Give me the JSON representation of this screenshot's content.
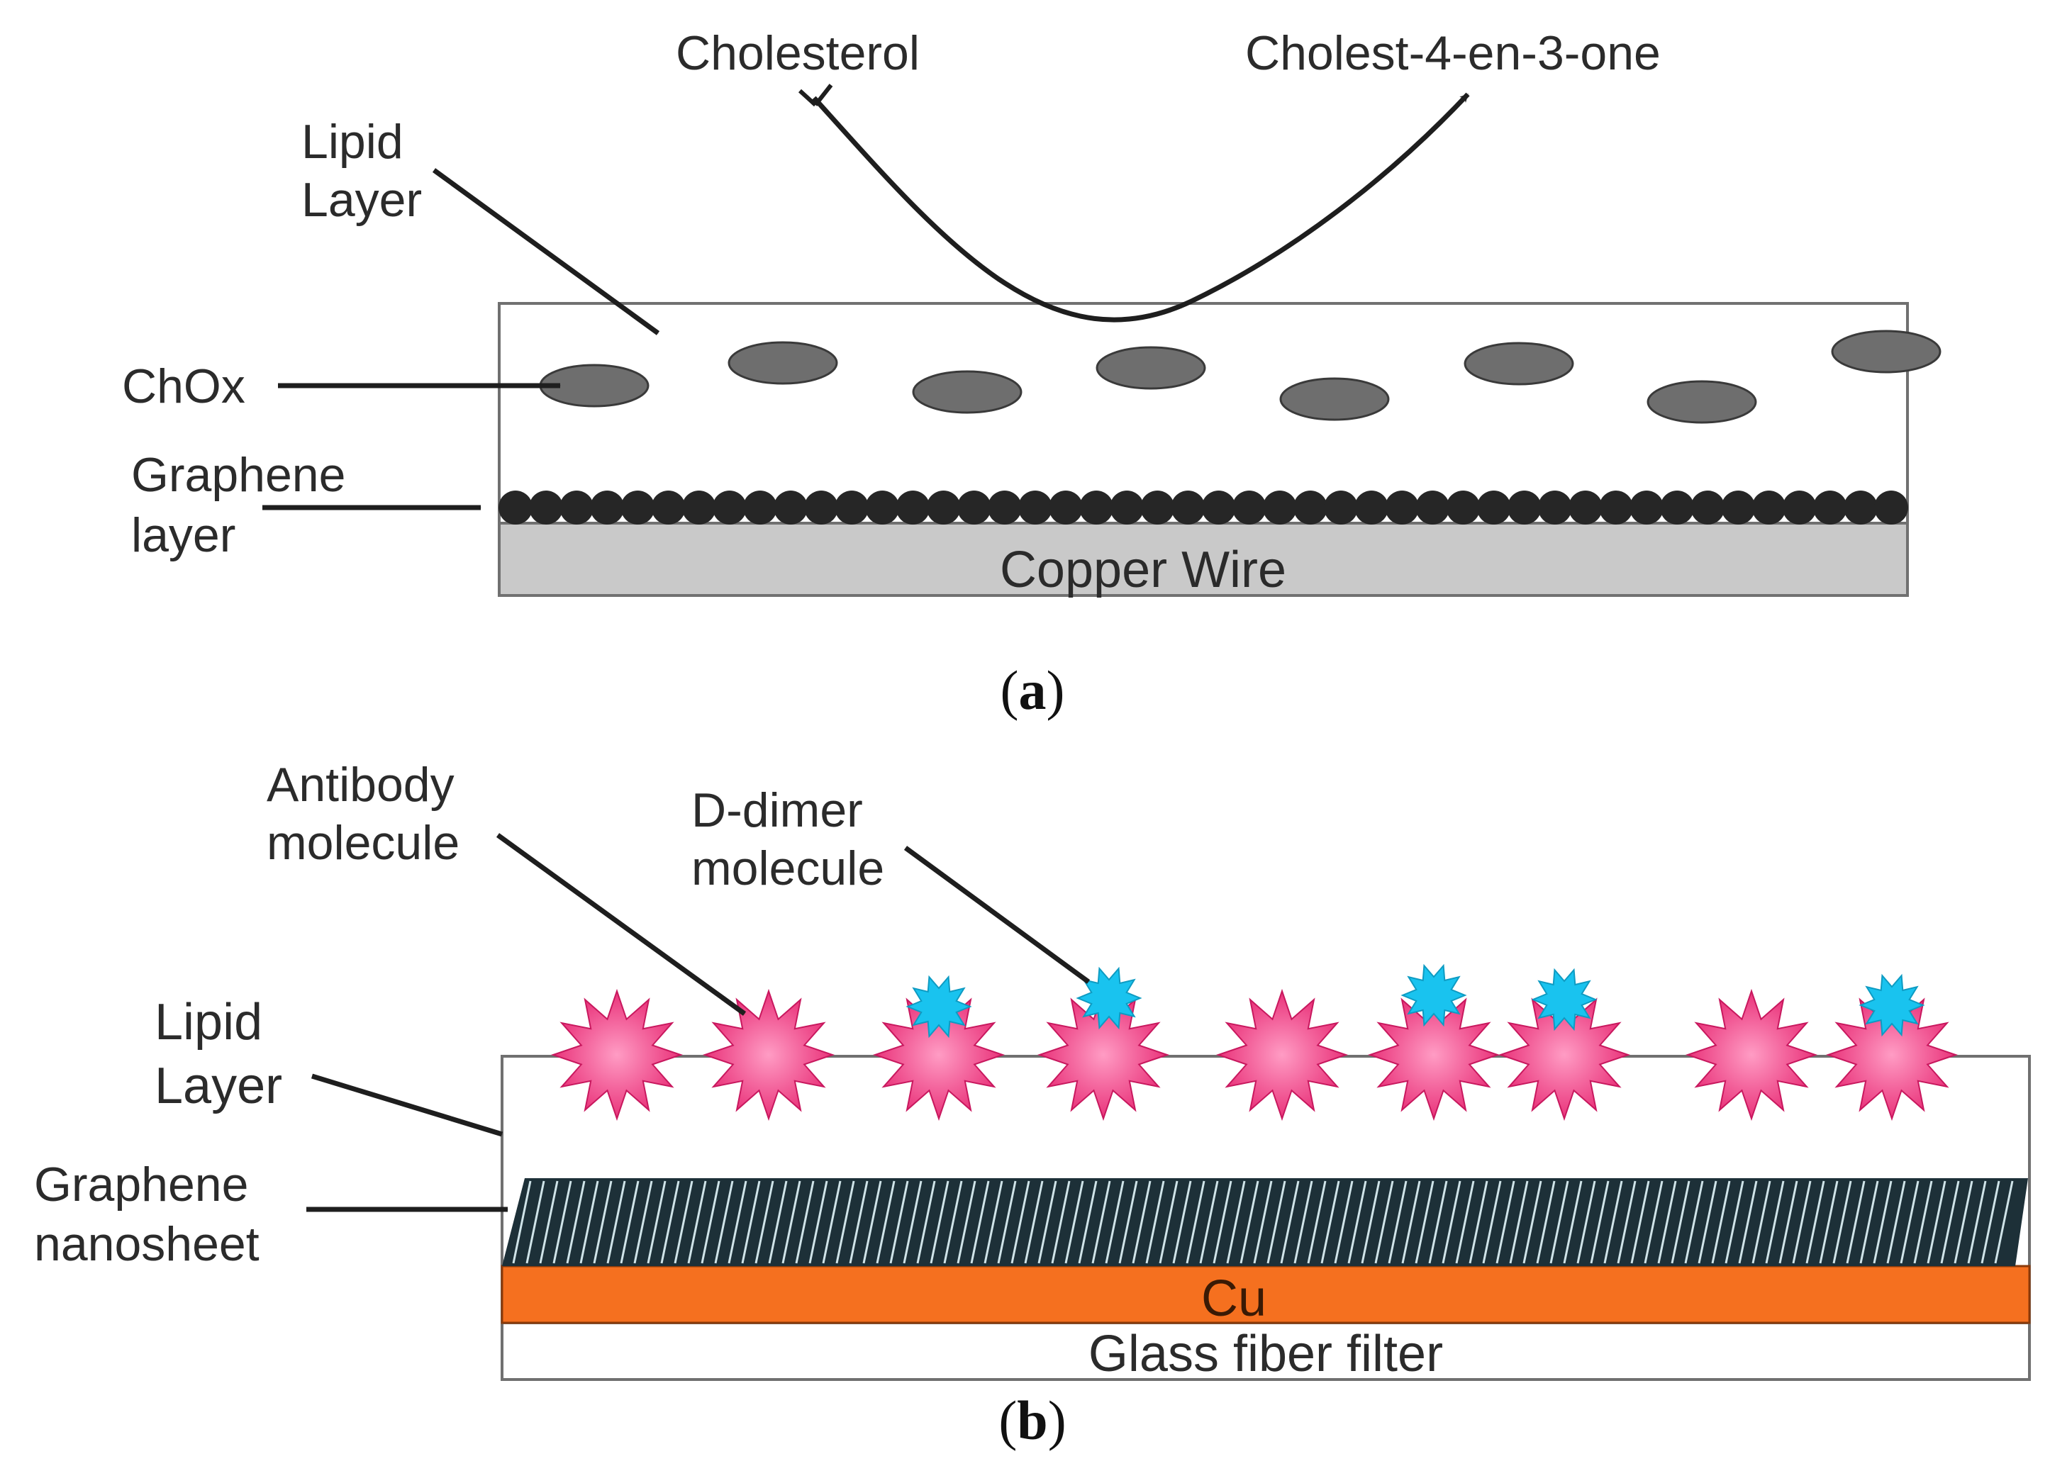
{
  "panel_a": {
    "caption_letter": "a",
    "labels": {
      "cholesterol": "Cholesterol",
      "product": "Cholest-4-en-3-one",
      "lipid_line1": "Lipid",
      "lipid_line2": "Layer",
      "chox": "ChOx",
      "graphene_line1": "Graphene",
      "graphene_line2": "layer",
      "copper": "Copper Wire"
    },
    "colors": {
      "enzyme": "#6e6e6e",
      "graphene": "#262626",
      "copper": "#c9c9c9"
    }
  },
  "panel_b": {
    "caption_letter": "b",
    "labels": {
      "antibody_line1": "Antibody",
      "antibody_line2": "molecule",
      "ddimer_line1": "D-dimer",
      "ddimer_line2": "molecule",
      "lipid_line1": "Lipid",
      "lipid_line2": "Layer",
      "graphene_line1": "Graphene",
      "graphene_line2": "nanosheet",
      "cu": "Cu",
      "glass": "Glass fiber filter"
    },
    "colors": {
      "antibody": "#ef3b7d",
      "ddimer": "#19c3ef",
      "nanosheet": "#1d3038",
      "cu": "#f5701f"
    }
  }
}
